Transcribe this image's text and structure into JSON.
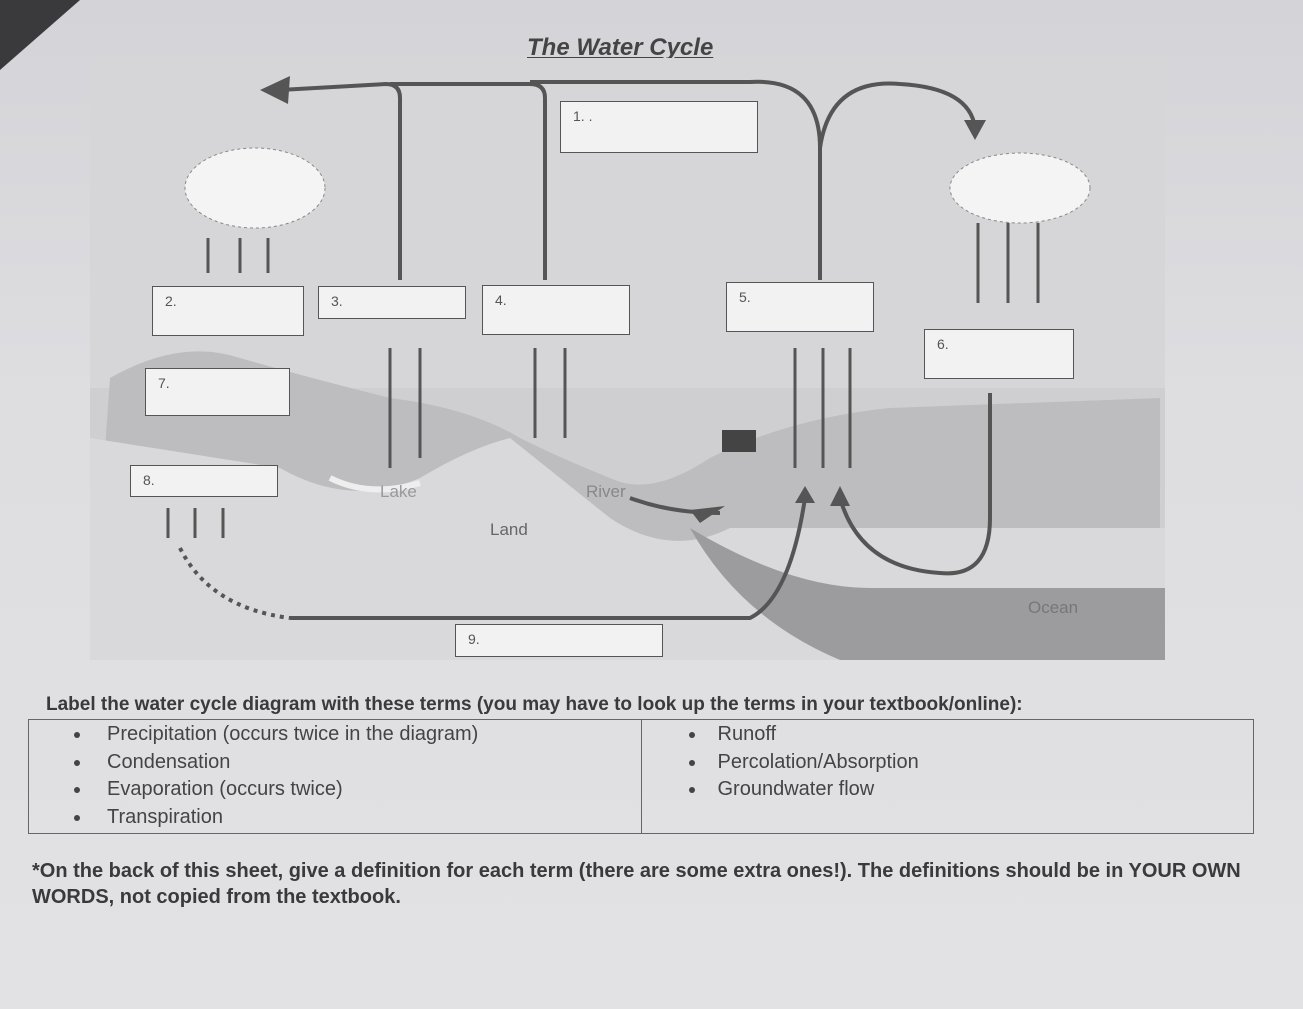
{
  "title": "The Water Cycle",
  "diagram": {
    "boxes": [
      "1. .",
      "2.",
      "3.",
      "4.",
      "5.",
      "6.",
      "7.",
      "8.",
      "9."
    ],
    "labels": {
      "lake": "Lake",
      "river": "River",
      "land": "Land",
      "ocean": "Ocean"
    }
  },
  "instructions": "Label the water cycle diagram with these terms (you may have to look up the terms in your textbook/online):",
  "terms_left": [
    "Precipitation (occurs twice in the diagram)",
    "Condensation",
    "Evaporation (occurs twice)",
    "Transpiration"
  ],
  "terms_right": [
    "Runoff",
    "Percolation/Absorption",
    "Groundwater flow"
  ],
  "note": "*On the back of this sheet, give a definition for each term (there are some extra ones!). The definitions should be in YOUR OWN WORDS, not copied from the textbook."
}
